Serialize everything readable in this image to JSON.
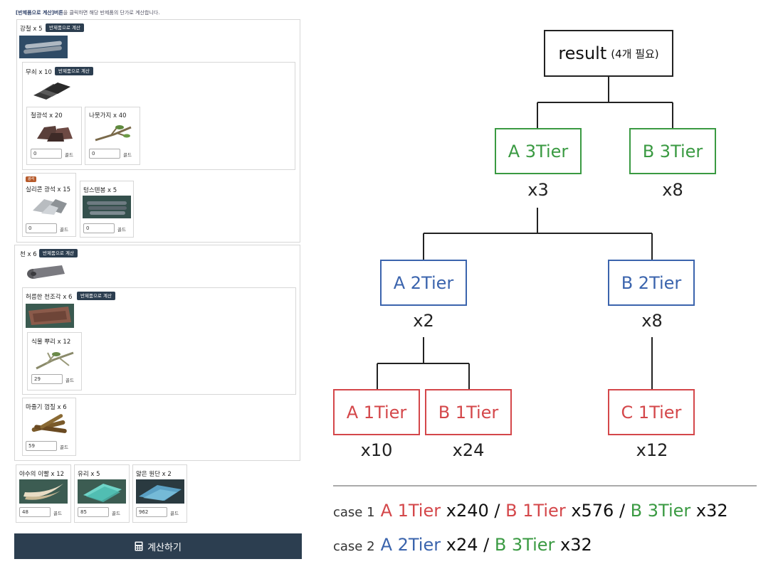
{
  "hint": {
    "button_ref": "[반제품으로 계산]버튼",
    "text": "을 클릭하면 해당 반제품의 단가로 계산합니다."
  },
  "semi_button_label": "반제품으로 계산",
  "gold_label": "골드",
  "items": {
    "steel": "강철 x 5",
    "iron": "무쇠 x 10",
    "iron_ore": "철광석 x 20",
    "branch": "나뭇가지 x 40",
    "silicon": "실리콘 광석 x 15",
    "tungsten": "텅스텐봉 x 5",
    "cloth": "천 x 6",
    "rag": "허름한 천조각 x 6",
    "root": "식물 뿌리 x 12",
    "bark": "마줄기 껍질 x 6",
    "fang": "야수의 이빨 x 12",
    "glass": "유리 x 5",
    "fabric": "얇은 원단 x 2"
  },
  "silicon_badge": "광석",
  "prices": {
    "iron_ore": "0",
    "branch": "0",
    "silicon": "0",
    "tungsten": "0",
    "root": "29",
    "bark": "59",
    "fang": "48",
    "glass": "85",
    "fabric": "962"
  },
  "calculate_button": "계산하기",
  "tree": {
    "root": {
      "label": "result",
      "sub": "(4개 필요)"
    },
    "tier3": [
      {
        "label": "A 3Tier",
        "mult": "x3"
      },
      {
        "label": "B 3Tier",
        "mult": "x8"
      }
    ],
    "tier2": [
      {
        "label": "A 2Tier",
        "mult": "x2"
      },
      {
        "label": "B 2Tier",
        "mult": "x8"
      }
    ],
    "tier1": [
      {
        "label": "A 1Tier",
        "mult": "x10"
      },
      {
        "label": "B 1Tier",
        "mult": "x24"
      },
      {
        "label": "C 1Tier",
        "mult": "x12"
      }
    ]
  },
  "cases": [
    {
      "label": "case 1",
      "parts": [
        {
          "name": "A 1Tier",
          "qty": " x240",
          "sep": " / "
        },
        {
          "name": "B 1Tier",
          "qty": " x576",
          "sep": " / "
        },
        {
          "name": "B 3Tier",
          "qty": " x32",
          "sep": ""
        }
      ]
    },
    {
      "label": "case 2",
      "parts": [
        {
          "name": "A 2Tier",
          "qty": " x24",
          "sep": " / "
        },
        {
          "name": "B 3Tier",
          "qty": " x32",
          "sep": ""
        }
      ]
    }
  ],
  "colors": {
    "green": "#3a9a42",
    "blue": "#3b64ad",
    "red": "#d4474a",
    "button_dark": "#2c3e50"
  }
}
